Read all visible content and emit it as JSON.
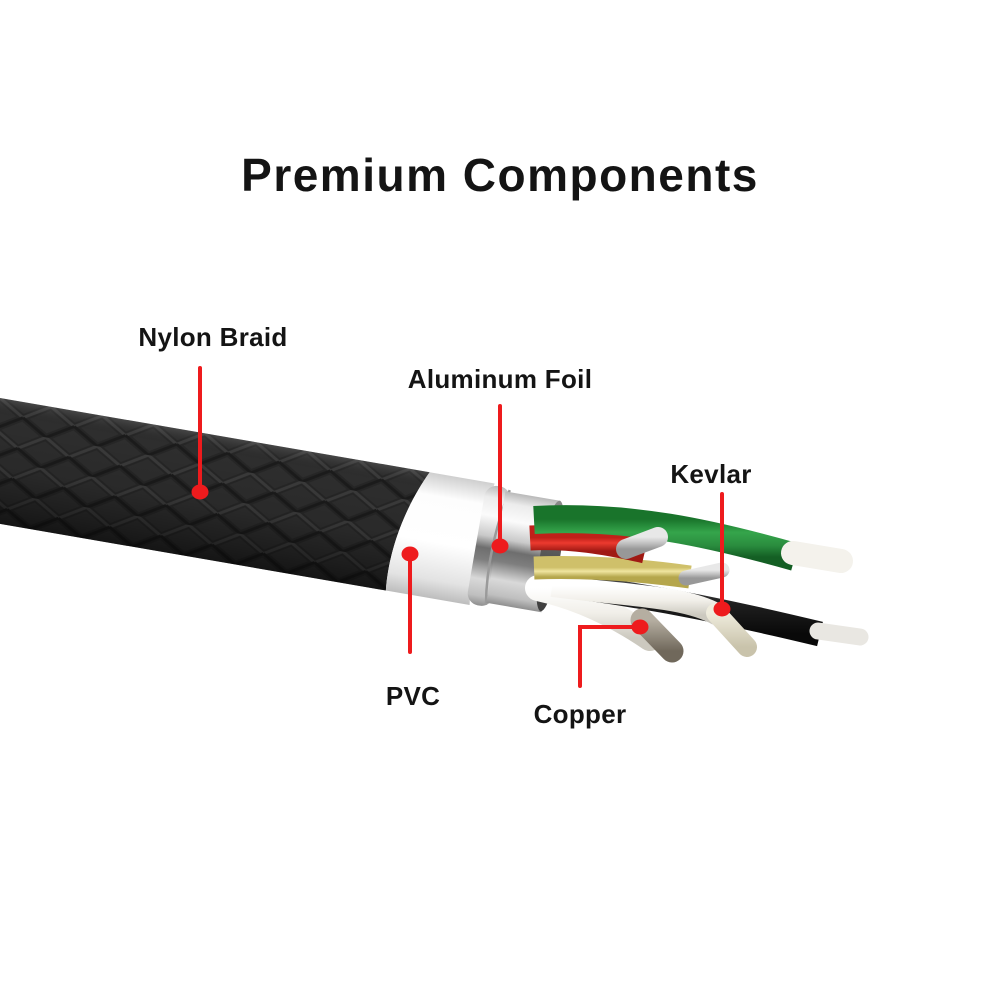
{
  "title": {
    "text": "Premium Components"
  },
  "annotations": {
    "nylon_braid": {
      "text": "Nylon Braid"
    },
    "aluminum_foil": {
      "text": "Aluminum Foil"
    },
    "kevlar": {
      "text": "Kevlar"
    },
    "pvc": {
      "text": "PVC"
    },
    "copper": {
      "text": "Copper"
    }
  },
  "colors": {
    "page_bg": "#ffffff",
    "text_dark": "#141414",
    "accent_red": "#ee1b1d",
    "braid_black": "#2e2e2e",
    "pvc_white": "#f7f7f7",
    "foil_silver": "#c9c9c9",
    "wire_green": "#2e9143",
    "wire_red": "#df2b26",
    "wire_yellow": "#e8da8c",
    "wire_black": "#1d1d1d",
    "wire_white": "#f2f0ea",
    "copper_tip": "#8d8478",
    "kevlar_tip": "#ddd8c5"
  }
}
